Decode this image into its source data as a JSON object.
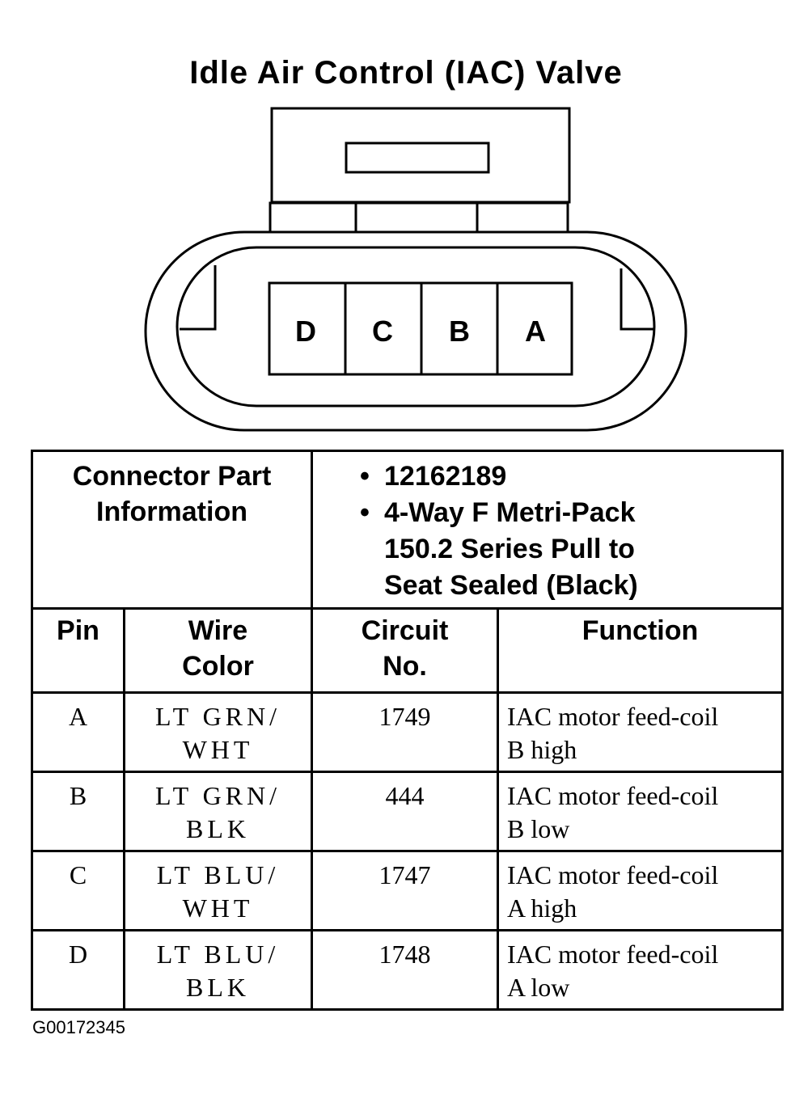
{
  "title": "Idle Air Control (IAC) Valve",
  "connector": {
    "pins": [
      "D",
      "C",
      "B",
      "A"
    ]
  },
  "part_info": {
    "label": "Connector Part Information",
    "bullet": "•",
    "part_number": "12162189",
    "description_lines": [
      "4-Way F Metri-Pack",
      "150.2 Series Pull to",
      "Seat Sealed (Black)"
    ]
  },
  "table": {
    "headers": {
      "pin": "Pin",
      "wire_color": [
        "Wire",
        "Color"
      ],
      "circuit": [
        "Circuit",
        "No."
      ],
      "function": "Function"
    },
    "rows": [
      {
        "pin": "A",
        "wire": [
          "LT GRN/",
          "WHT"
        ],
        "circuit": "1749",
        "function": [
          "IAC motor feed-coil",
          "B high"
        ]
      },
      {
        "pin": "B",
        "wire": [
          "LT GRN/",
          "BLK"
        ],
        "circuit": "444",
        "function": [
          "IAC motor feed-coil",
          "B low"
        ]
      },
      {
        "pin": "C",
        "wire": [
          "LT BLU/",
          "WHT"
        ],
        "circuit": "1747",
        "function": [
          "IAC motor feed-coil",
          "A high"
        ]
      },
      {
        "pin": "D",
        "wire": [
          "LT BLU/",
          "BLK"
        ],
        "circuit": "1748",
        "function": [
          "IAC motor feed-coil",
          "A low"
        ]
      }
    ]
  },
  "figure_id": "G00172345"
}
